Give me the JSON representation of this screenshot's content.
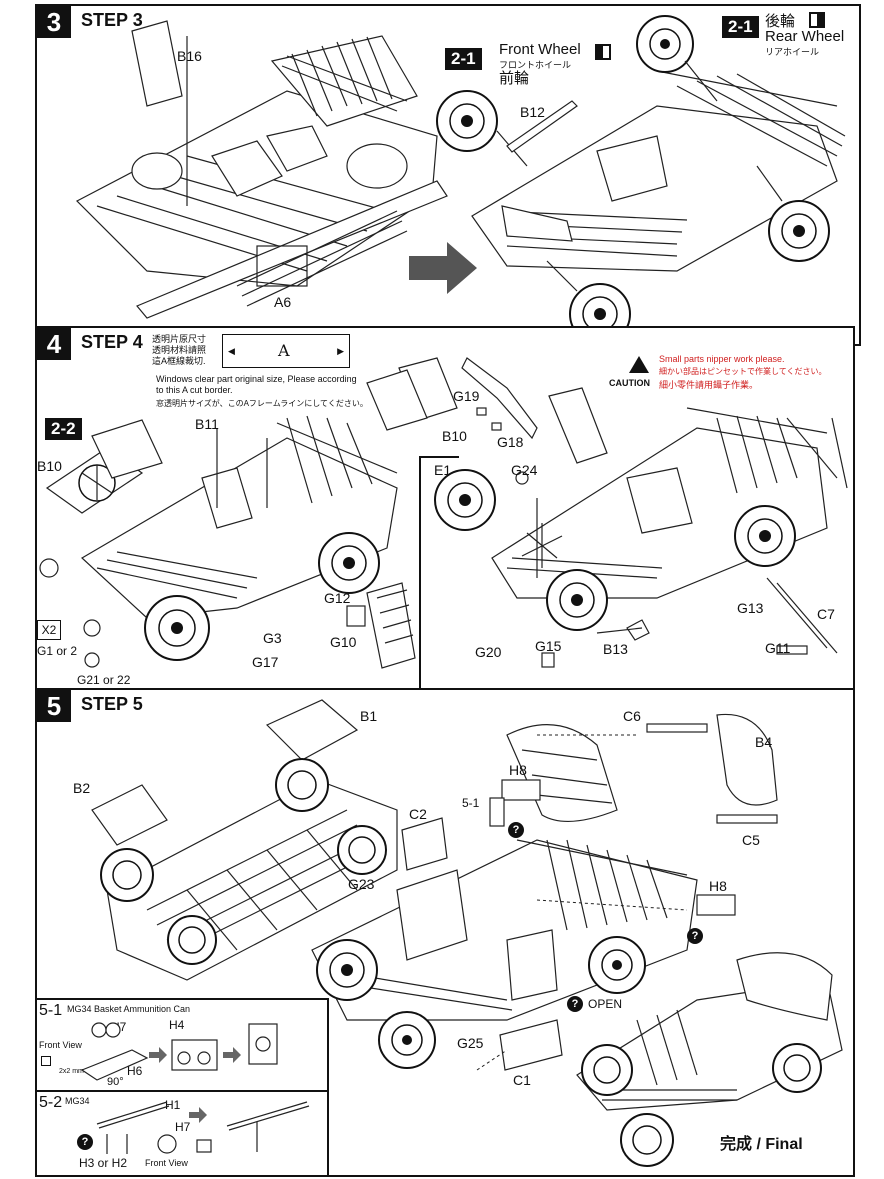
{
  "step3": {
    "num": "3",
    "title": "STEP 3",
    "labels": {
      "b16": "B16",
      "a6": "A6",
      "b12": "B12"
    },
    "front_wheel": {
      "badge": "2-1",
      "en": "Front Wheel",
      "jp": "フロントホイール",
      "cn": "前輪"
    },
    "rear_wheel": {
      "badge": "2-1",
      "cn": "後輪",
      "en": "Rear Wheel",
      "jp": "リアホイール"
    }
  },
  "step4": {
    "num": "4",
    "title": "STEP 4",
    "note": {
      "zh": "透明片原尺寸\n透明材料請照\n這A框線裁切.",
      "letter": "A",
      "en": "Windows clear part original size, Please according to this A cut border.",
      "jp": "窓透明片サイズが、このAフレームラインにしてください。"
    },
    "badge_22": "2-2",
    "x2": "X2",
    "caution": {
      "word": "CAUTION",
      "en": "Small parts nipper work please.",
      "jp": "細かい部品はピンセットで作業してください。",
      "zh": "細小零件請用鑷子作業。"
    },
    "labels": {
      "b10a": "B10",
      "b11": "B11",
      "g1or2": "G1 or 2",
      "g21or22": "G21 or 22",
      "g12": "G12",
      "g10": "G10",
      "g3": "G3",
      "g17": "G17",
      "b10b": "B10",
      "g19": "G19",
      "g18": "G18",
      "e1": "E1",
      "g24": "G24",
      "g13": "G13",
      "c7": "C7",
      "g11": "G11",
      "g15": "G15",
      "b13": "B13",
      "g20": "G20"
    }
  },
  "step5": {
    "num": "5",
    "title": "STEP 5",
    "labels": {
      "b1": "B1",
      "b2": "B2",
      "c6": "C6",
      "b4": "B4",
      "c5": "C5",
      "h8a": "H8",
      "s51": "5-1",
      "c2": "C2",
      "g23": "G23",
      "h8b": "H8",
      "open": "OPEN",
      "g25": "G25",
      "c1": "C1"
    },
    "final": "完成 / Final",
    "sub51": {
      "num": "5-1",
      "title": "MG34  Basket Ammunition Can",
      "h7": "H7",
      "h4": "H4",
      "h6": "H6",
      "front_view": "Front View",
      "deg": "90°",
      "dims": "2x2 mm"
    },
    "sub52": {
      "num": "5-2",
      "title": "MG34",
      "h1": "H1",
      "h7": "H7",
      "h3h2": "H3 or H2",
      "front_view": "Front View"
    }
  }
}
